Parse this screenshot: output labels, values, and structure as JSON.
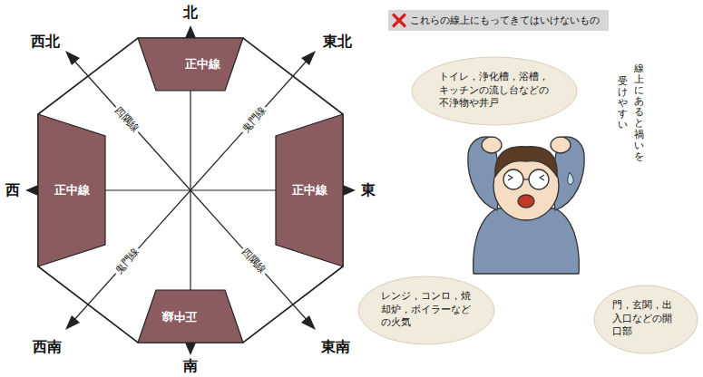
{
  "diagram": {
    "nodes": [
      {
        "text": [
          "正中線"
        ]
      },
      {
        "text": [
          "正中線"
        ]
      },
      {
        "text": [
          "正中線"
        ]
      },
      {
        "text": [
          "正中線"
        ]
      },
      {
        "text": [
          "これらの線上にもってきてはいけないもの"
        ]
      },
      {
        "text": [
          "トイレ，浄化槽，浴槽，キッチンの流し台などの不浄物や井戸"
        ]
      },
      {
        "text": [
          "レンジ，コンロ，焼却炉，ボイラーなどの火気"
        ]
      },
      {
        "text": [
          "門，玄関，出入口などの開口部"
        ]
      }
    ],
    "labels": [
      "北",
      "西北",
      "東北",
      "四隅線",
      "鬼門線",
      "西",
      "東",
      "鬼門線",
      "四隅線",
      "西南",
      "東南",
      "南",
      "線上にあると禍いを",
      "受けやすい"
    ]
  }
}
